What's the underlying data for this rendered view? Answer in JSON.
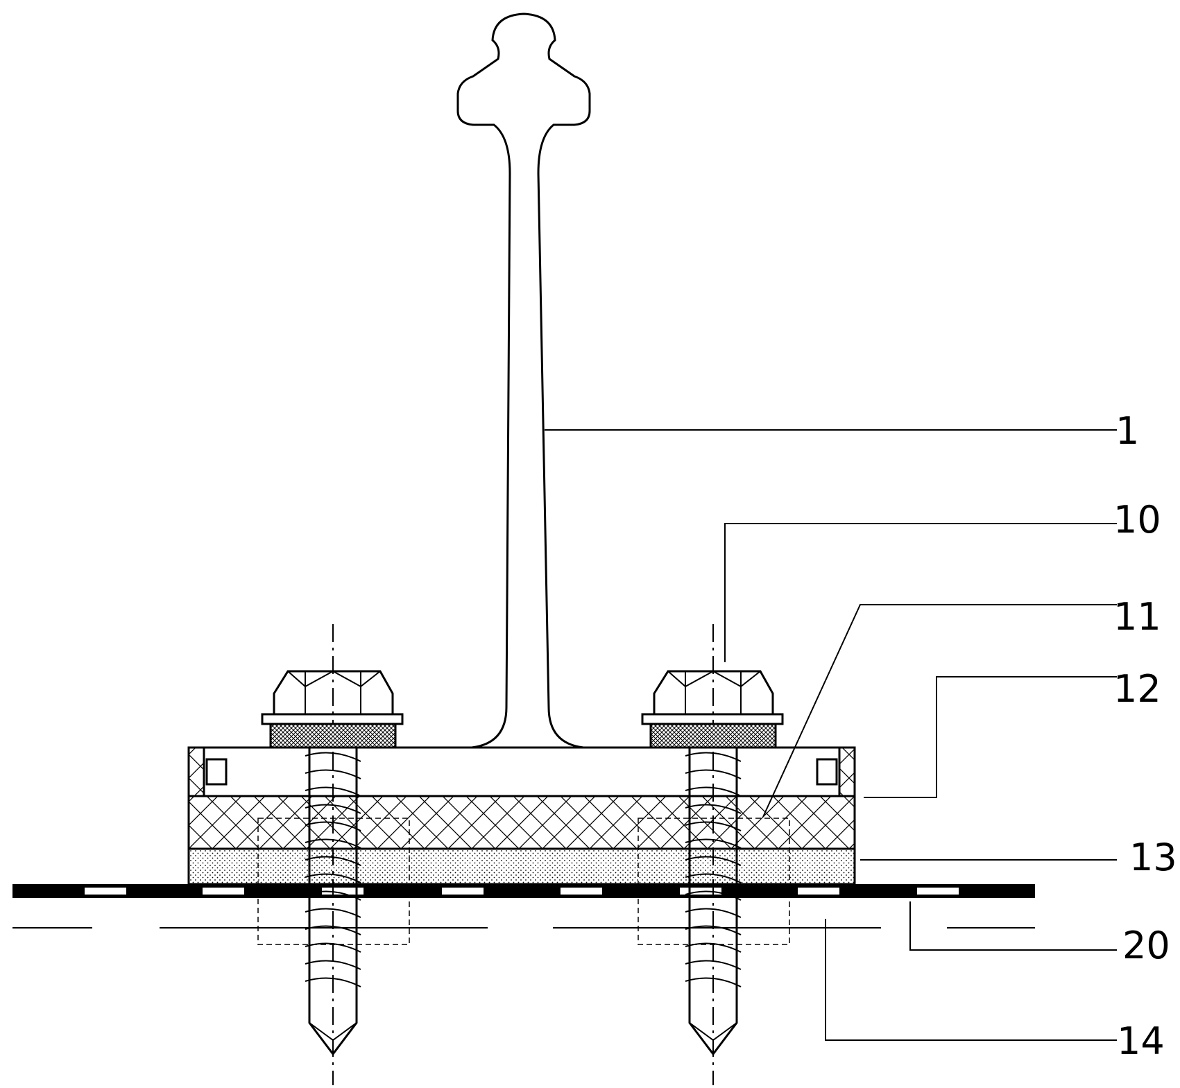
{
  "labels": [
    {
      "id": "rib",
      "text": "1"
    },
    {
      "id": "screw",
      "text": "10"
    },
    {
      "id": "gasket",
      "text": "11"
    },
    {
      "id": "base",
      "text": "12"
    },
    {
      "id": "pad",
      "text": "13"
    },
    {
      "id": "sheet",
      "text": "20"
    },
    {
      "id": "purlin",
      "text": "14"
    }
  ],
  "colors": {
    "line": "#000000",
    "background": "#ffffff"
  }
}
